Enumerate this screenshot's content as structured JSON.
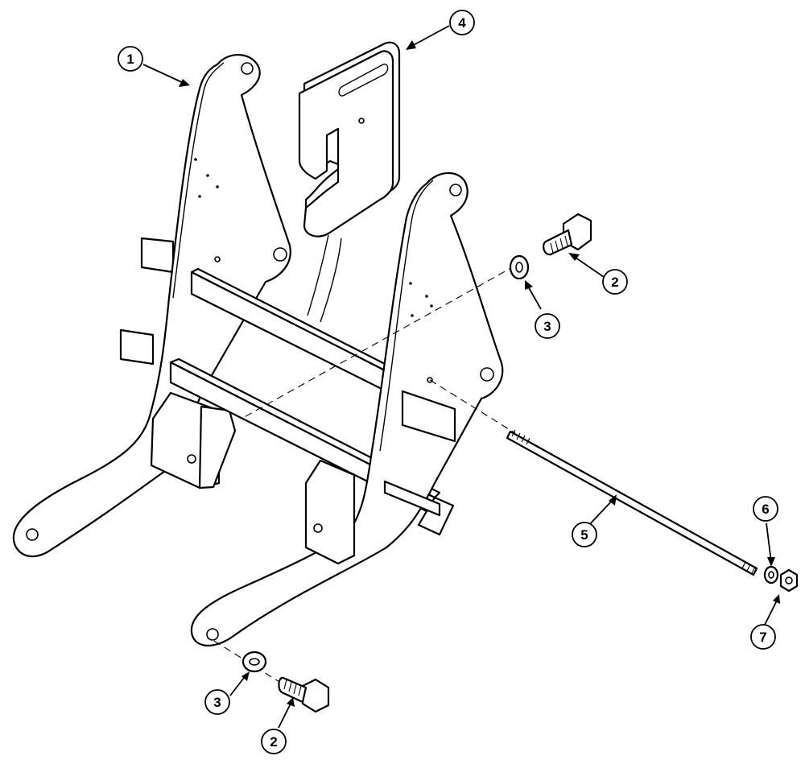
{
  "callouts": [
    {
      "id": "c1",
      "label": "1",
      "part": "weight bracket frame, left plate"
    },
    {
      "id": "c4",
      "label": "4",
      "part": "suitcase weight"
    },
    {
      "id": "c2a",
      "label": "2",
      "part": "bolt, upper"
    },
    {
      "id": "c3a",
      "label": "3",
      "part": "washer, upper"
    },
    {
      "id": "c5",
      "label": "5",
      "part": "tie rod"
    },
    {
      "id": "c6",
      "label": "6",
      "part": "washer"
    },
    {
      "id": "c7",
      "label": "7",
      "part": "nut"
    },
    {
      "id": "c3b",
      "label": "3",
      "part": "washer, lower"
    },
    {
      "id": "c2b",
      "label": "2",
      "part": "bolt, lower"
    }
  ]
}
